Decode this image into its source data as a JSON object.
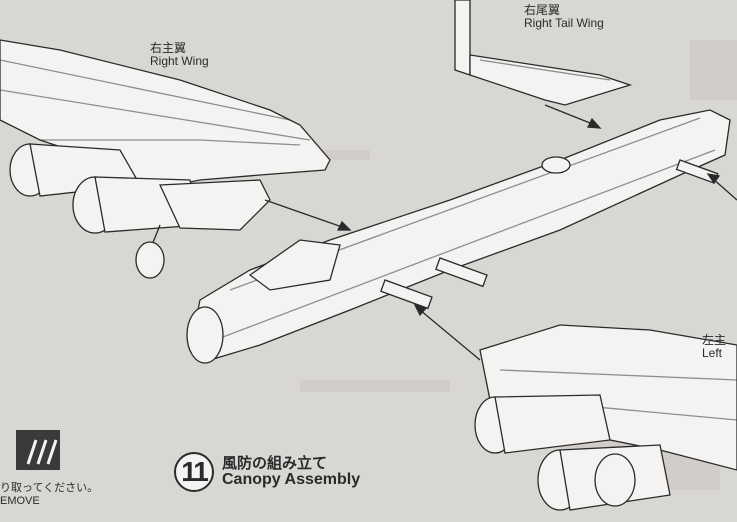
{
  "labels": {
    "right_wing": {
      "jp": "右主翼",
      "en": "Right Wing"
    },
    "right_tail_wing": {
      "jp": "右尾翼",
      "en": "Right Tail Wing"
    },
    "left_wing": {
      "jp": "左主",
      "en": "Left"
    }
  },
  "step": {
    "number": "11",
    "title_jp": "風防の組み立て",
    "title_en": "Canopy Assembly"
  },
  "remove_note": {
    "jp": "り取ってください。",
    "en": "EMOVE"
  },
  "icons": {
    "remove": "cut-parts-icon",
    "assembly_arrows": "assembly-direction-arrow"
  },
  "colors": {
    "paper": "#d9d7d4",
    "line": "#2a2a2a",
    "part_fill": "#f4f3f1"
  }
}
